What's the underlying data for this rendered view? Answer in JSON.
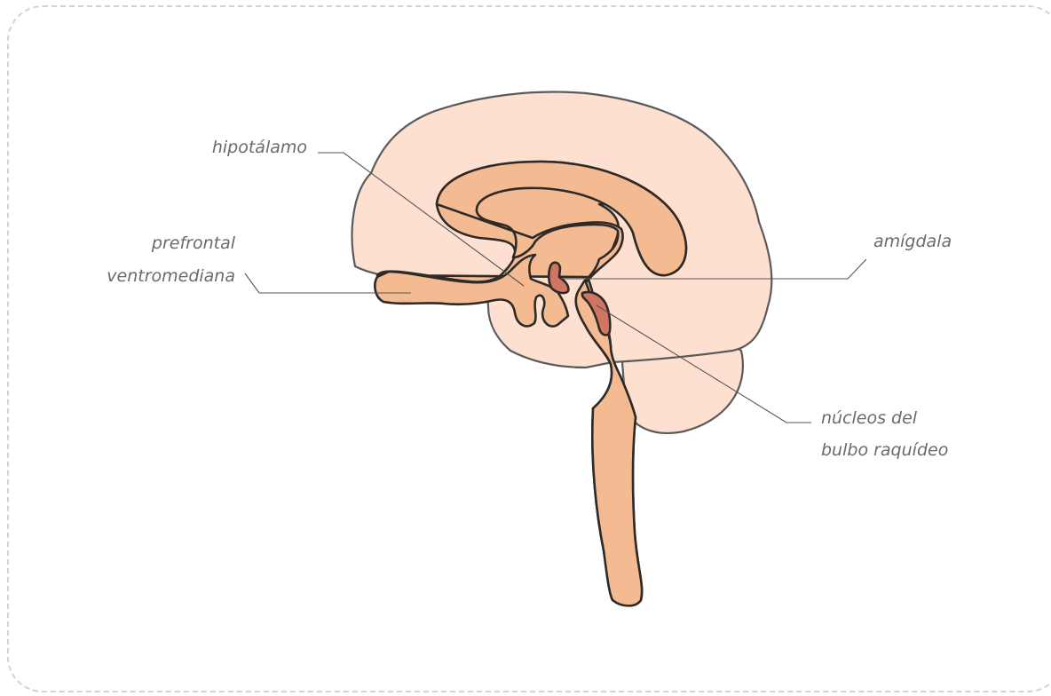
{
  "labels": {
    "hypothalamus": "hipotálamo",
    "prefrontal_line1": "prefrontal",
    "prefrontal_line2": "ventromediana",
    "amygdala": "amígdala",
    "nuclei_line1": "núcleos del",
    "nuclei_line2": "bulbo raquídeo"
  },
  "colors": {
    "cortex": "#fde0d0",
    "inner": "#f4bb92",
    "highlight": "#cf7562",
    "outline": "#5a5a5a",
    "dark_outline": "#2e2a28",
    "label": "#6a6a6a",
    "frame_border": "#d2d2d2"
  }
}
